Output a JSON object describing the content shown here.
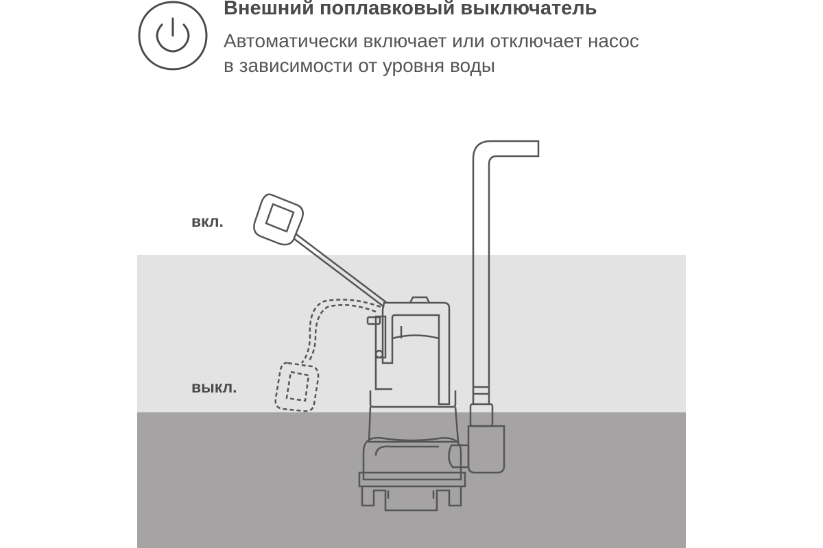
{
  "header": {
    "icon": "power-icon",
    "title": "Внешний поплавковый выключатель",
    "description": "Автоматически включает или отключает насос в зависимости от уровня воды"
  },
  "levels": {
    "on_label": "вкл.",
    "off_label": "выкл."
  },
  "colors": {
    "text": "#4a4a4a",
    "upper_water": "#e3e3e3",
    "lower_water": "#a5a3a3",
    "outline": "#555555"
  }
}
